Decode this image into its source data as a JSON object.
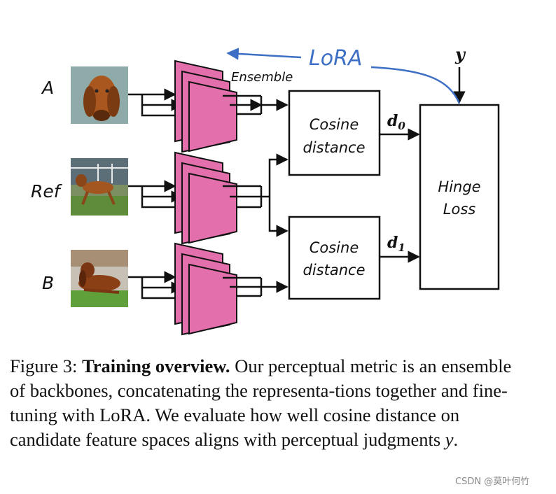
{
  "inputs": {
    "a_label": "A",
    "ref_label": "Ref",
    "b_label": "B"
  },
  "labels": {
    "ensemble": "Ensemble",
    "lora": "LoRA",
    "y": "y",
    "cosine_top_line1": "Cosine",
    "cosine_top_line2": "distance",
    "cosine_bottom_line1": "Cosine",
    "cosine_bottom_line2": "distance",
    "d0_base": "d",
    "d0_sub": "0",
    "d1_base": "d",
    "d1_sub": "1",
    "hinge_line1": "Hinge",
    "hinge_line2": "Loss"
  },
  "colors": {
    "encoder_fill": "#e46fad",
    "encoder_stroke": "#111111",
    "lora_blue": "#3d6fc4"
  },
  "caption": {
    "figure_label": "Figure 3:",
    "bold_title": "Training overview.",
    "text": "Our perceptual metric is an ensemble of backbones, concatenating the representa-tions together and fine-tuning with LoRA. We evaluate how well cosine distance on candidate feature spaces aligns with perceptual judgments",
    "var": "y",
    "end": "."
  },
  "watermark": "CSDN @莫叶何竹"
}
